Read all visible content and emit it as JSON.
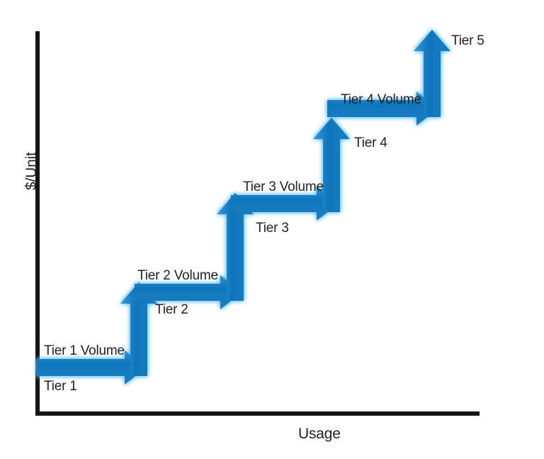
{
  "figure": {
    "title": "",
    "background_color": "#ffffff",
    "arrow_color": "#1279be",
    "arrow_shadow_color": "#5bbcf0",
    "axis_color": "#151515",
    "text_color": "#231f20"
  },
  "axes": {
    "y_label": "$/Unit",
    "x_label": "Usage"
  },
  "labels": {
    "tier1_volume": "Tier 1 Volume",
    "tier1": "Tier 1",
    "tier2_volume": "Tier 2 Volume",
    "tier2": "Tier 2",
    "tier3_volume": "Tier 3 Volume",
    "tier3": "Tier 3",
    "tier4_volume": "Tier 4 Volume",
    "tier4": "Tier 4",
    "tier5": "Tier 5"
  },
  "chart_data": {
    "type": "line",
    "title": "",
    "xlabel": "Usage",
    "ylabel": "$/Unit",
    "grid": false,
    "legend": "none",
    "xlim": [
      0,
      100
    ],
    "ylim": [
      0,
      100
    ],
    "description": "Tiered pricing staircase: price per unit steps up at each tier volume threshold.",
    "categories": [
      "Tier 1",
      "Tier 2",
      "Tier 3",
      "Tier 4",
      "Tier 5"
    ],
    "series": [
      {
        "name": "$/Unit by tier",
        "values": [
          1,
          2,
          3,
          4,
          5
        ]
      }
    ],
    "steps": [
      {
        "tier_label": "Tier 1",
        "volume_label": "Tier 1 Volume",
        "price_level": 1,
        "x_start": 0,
        "x_end": 24,
        "y": 12
      },
      {
        "tier_label": "Tier 2",
        "volume_label": "Tier 2 Volume",
        "price_level": 2,
        "x_start": 22,
        "x_end": 45,
        "y": 32
      },
      {
        "tier_label": "Tier 3",
        "volume_label": "Tier 3 Volume",
        "price_level": 3,
        "x_start": 44,
        "x_end": 67,
        "y": 55
      },
      {
        "tier_label": "Tier 4",
        "volume_label": "Tier 4 Volume",
        "price_level": 4,
        "x_start": 66,
        "x_end": 90,
        "y": 80
      },
      {
        "tier_label": "Tier 5",
        "volume_label": "",
        "price_level": 5,
        "x_start": 89,
        "x_end": 89,
        "y": 100
      }
    ],
    "annotations": [
      "Tier 1 Volume",
      "Tier 1",
      "Tier 2 Volume",
      "Tier 2",
      "Tier 3 Volume",
      "Tier 3",
      "Tier 4 Volume",
      "Tier 4",
      "Tier 5"
    ]
  }
}
